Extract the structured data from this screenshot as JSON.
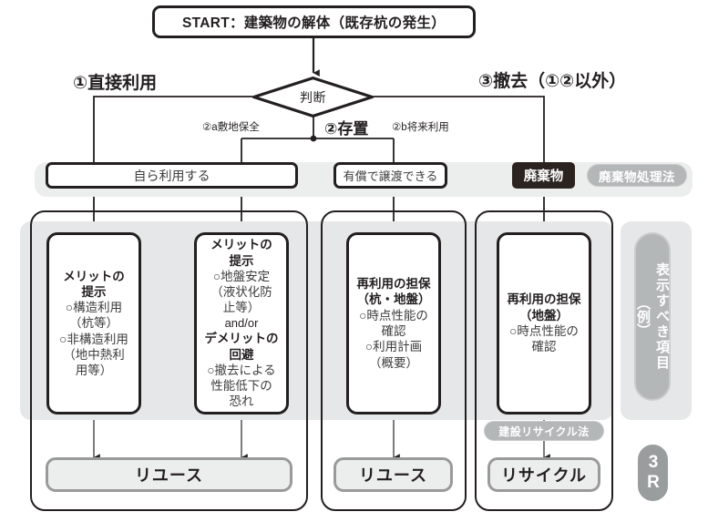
{
  "start": {
    "label": "START：建築物の解体（既存杭の発生）"
  },
  "decision": {
    "label": "判断"
  },
  "branches": {
    "b1": "①直接利用",
    "b2": "②存置",
    "b3": "③撤去（①②以外）",
    "b2a": "②a敷地保全",
    "b2b": "②b将来利用"
  },
  "row2": {
    "self_use": "自ら利用する",
    "paid_transfer": "有償で譲渡できる",
    "waste": "廃棄物",
    "waste_law_pill": "廃棄物処理法"
  },
  "cards": {
    "c1": {
      "head1": "メリットの",
      "head2": "提示",
      "lines": [
        "○構造利用",
        "（杭等）",
        "○非構造利用",
        "（地中熱利",
        "用等）"
      ]
    },
    "c2": {
      "head1": "メリットの",
      "head2": "提示",
      "lines_a": [
        "○地盤安定",
        "（液状化防",
        "止等）"
      ],
      "andor": "and/or",
      "head3": "デメリットの",
      "head4": "回避",
      "lines_b": [
        "○撤去による",
        "性能低下の",
        "恐れ"
      ]
    },
    "c3": {
      "head1": "再利用の担保",
      "head2": "（杭・地盤）",
      "lines": [
        "○時点性能の",
        "確認",
        "○利用計画",
        "（概要）"
      ]
    },
    "c4": {
      "head1": "再利用の担保",
      "head2": "（地盤）",
      "lines": [
        "○時点性能の",
        "確認"
      ]
    }
  },
  "recycle_law_pill": "建設リサイクル法",
  "results": {
    "r1": "リユース",
    "r2": "リユース",
    "r3": "リサイクル"
  },
  "side": {
    "display_items": "表示すべき項目",
    "display_items_paren": "（例）",
    "three_r": "3R"
  },
  "colors": {
    "ink": "#231f20",
    "band_gray": "#e6e7e8",
    "row_band_gray": "#eceded",
    "pill_gray": "#b4b7b8",
    "result_border": "#9a9a9a",
    "dark_box": "#2b2320"
  }
}
